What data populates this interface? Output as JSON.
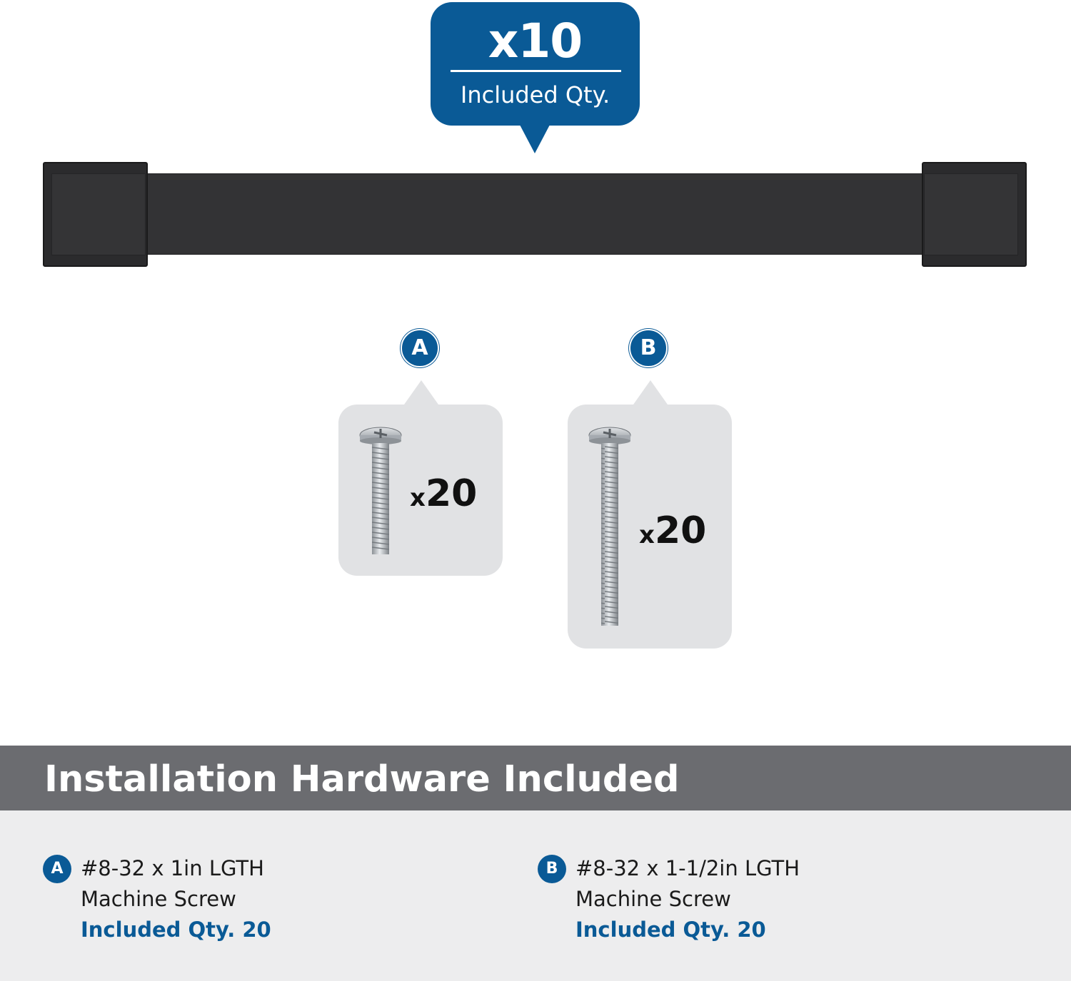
{
  "callout": {
    "quantity": "x10",
    "label": "Included Qty."
  },
  "hardware": [
    {
      "badge": "A",
      "card_qty_prefix": "x",
      "card_qty_value": "20",
      "size": "#8-32 x 1in LGTH",
      "type": "Machine Screw",
      "included": "Included Qty. 20"
    },
    {
      "badge": "B",
      "card_qty_prefix": "x",
      "card_qty_value": "20",
      "size": "#8-32 x 1-1/2in LGTH",
      "type": "Machine Screw",
      "included": "Included Qty. 20"
    }
  ],
  "panel": {
    "title": "Installation Hardware Included"
  },
  "colors": {
    "brand_blue": "#0a5a96",
    "handle_black": "#333335",
    "panel_gray": "#6b6c70",
    "card_gray": "#e1e2e4"
  }
}
